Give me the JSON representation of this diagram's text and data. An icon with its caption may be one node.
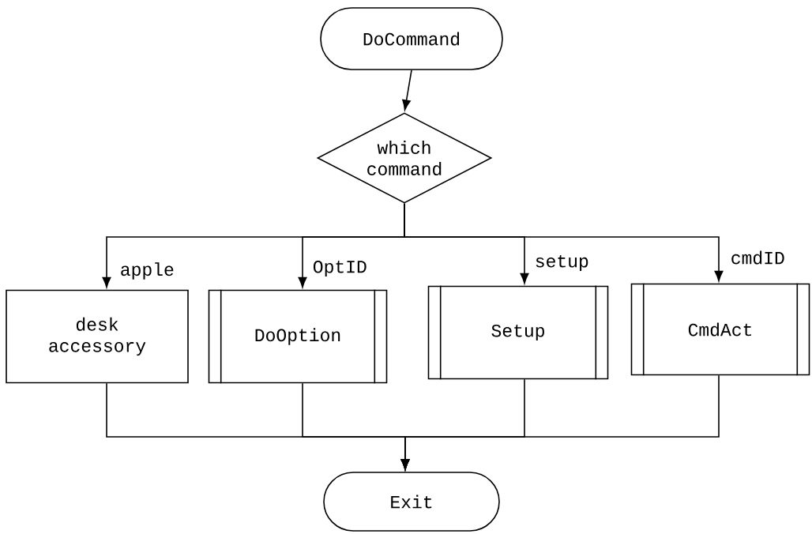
{
  "diagram": {
    "nodes": [
      {
        "text": [
          "DoCommand"
        ]
      },
      {
        "text": [
          "which command"
        ]
      },
      {
        "text": [
          "desk accessory"
        ]
      },
      {
        "text": [
          "DoOption"
        ]
      },
      {
        "text": [
          "Setup"
        ]
      },
      {
        "text": [
          "CmdAct"
        ]
      },
      {
        "text": [
          "Exit"
        ]
      }
    ],
    "edges": [
      {
        "from": 0,
        "to": 1,
        "arrow": "to"
      },
      {
        "from": 1,
        "to": 2,
        "arrow": "to",
        "label": "apple"
      },
      {
        "from": 1,
        "to": 3,
        "arrow": "to",
        "label": "OptID"
      },
      {
        "from": 1,
        "to": 4,
        "arrow": "to",
        "label": "setup"
      },
      {
        "from": 1,
        "to": 5,
        "arrow": "to",
        "label": "cmdID"
      },
      {
        "from": 2,
        "to": 6,
        "arrow": "to"
      },
      {
        "from": 3,
        "to": 6,
        "arrow": "to"
      },
      {
        "from": 4,
        "to": 6,
        "arrow": "to"
      },
      {
        "from": 5,
        "to": 6,
        "arrow": "to"
      }
    ]
  }
}
